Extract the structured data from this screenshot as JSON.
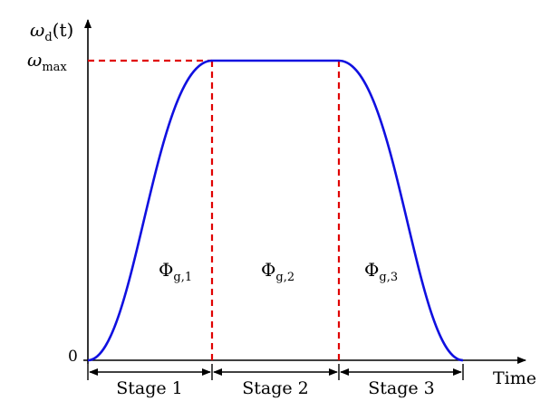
{
  "diagram": {
    "y_axis": {
      "symbol": "ω",
      "subscript": "d",
      "argument": "(t)"
    },
    "x_axis": {
      "label": "Time"
    },
    "ticks": {
      "max_symbol": "ω",
      "max_subscript": "max",
      "zero_label": "0"
    },
    "regions": [
      {
        "symbol": "Φ",
        "subscript": "g,1"
      },
      {
        "symbol": "Φ",
        "subscript": "g,2"
      },
      {
        "symbol": "Φ",
        "subscript": "g,3"
      }
    ],
    "stages": [
      {
        "label": "Stage 1"
      },
      {
        "label": "Stage 2"
      },
      {
        "label": "Stage 3"
      }
    ],
    "colors": {
      "curve": "#1010e0",
      "guides": "#e00000",
      "axes": "#000000"
    }
  }
}
